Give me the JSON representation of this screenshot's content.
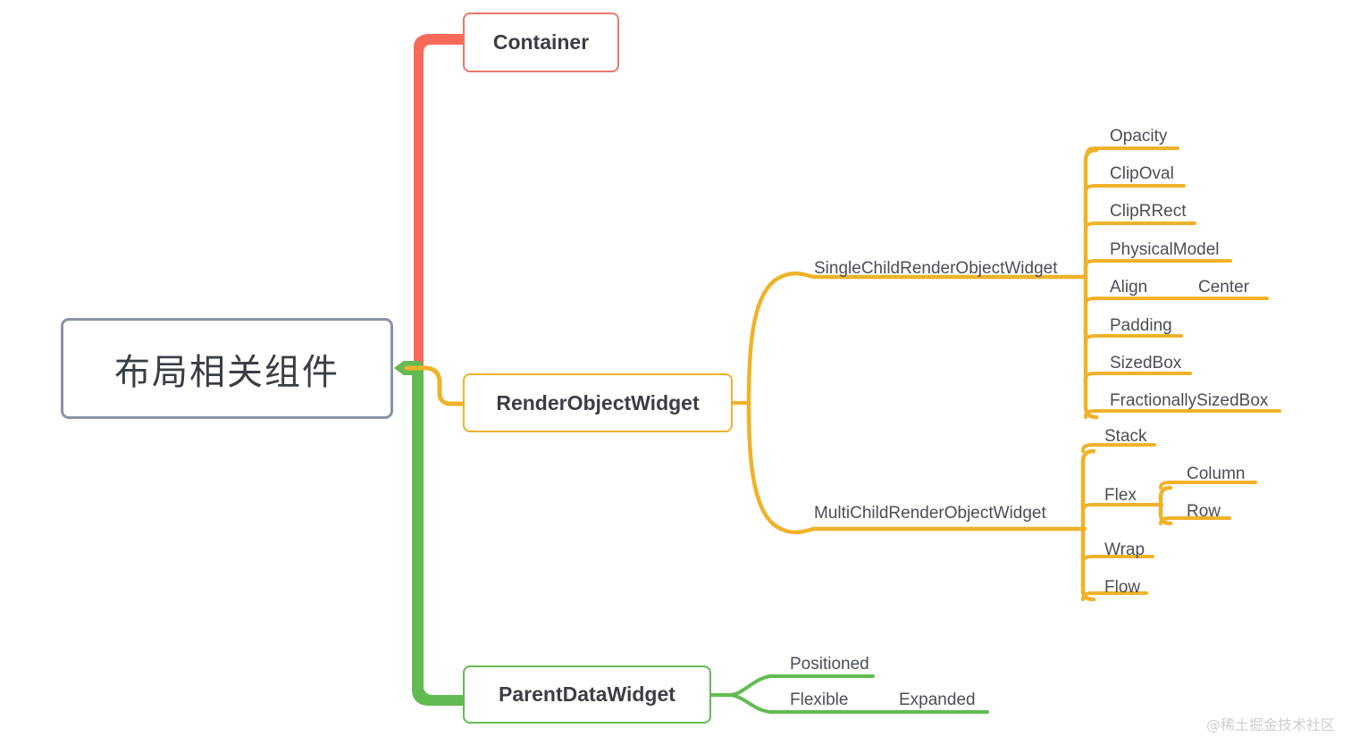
{
  "diagram": {
    "type": "mindmap",
    "title": "布局相关组件",
    "colors": {
      "root_border": "#8a93a5",
      "red_branch": "#f8695a",
      "yellow_branch": "#efb229",
      "green_branch": "#62bb52",
      "text": "#4a4f56",
      "background": "#ffffff",
      "watermark": "#cfcfcf"
    },
    "root": {
      "label": "布局相关组件"
    },
    "branches": [
      {
        "id": "container",
        "label": "Container",
        "color": "#e8786a",
        "style": "box"
      },
      {
        "id": "render-object-widget",
        "label": "RenderObjectWidget",
        "color": "#efb229",
        "style": "box",
        "children": [
          {
            "id": "single-child-render-object-widget",
            "label": "SingleChildRenderObjectWidget",
            "style": "underline",
            "children": [
              {
                "id": "opacity",
                "label": "Opacity"
              },
              {
                "id": "clipoval",
                "label": "ClipOval"
              },
              {
                "id": "cliprrect",
                "label": "ClipRRect"
              },
              {
                "id": "physicalmodel",
                "label": "PhysicalModel"
              },
              {
                "id": "align",
                "label": "Align",
                "children": [
                  {
                    "id": "center",
                    "label": "Center"
                  }
                ]
              },
              {
                "id": "padding",
                "label": "Padding"
              },
              {
                "id": "sizedbox",
                "label": "SizedBox"
              },
              {
                "id": "fractionallysizedbox",
                "label": "FractionallySizedBox"
              }
            ]
          },
          {
            "id": "multi-child-render-object-widget",
            "label": "MultiChildRenderObjectWidget",
            "style": "underline",
            "children": [
              {
                "id": "stack",
                "label": "Stack"
              },
              {
                "id": "flex",
                "label": "Flex",
                "children": [
                  {
                    "id": "column",
                    "label": "Column"
                  },
                  {
                    "id": "row",
                    "label": "Row"
                  }
                ]
              },
              {
                "id": "wrap",
                "label": "Wrap"
              },
              {
                "id": "flow",
                "label": "Flow"
              }
            ]
          }
        ]
      },
      {
        "id": "parent-data-widget",
        "label": "ParentDataWidget",
        "color": "#62bb52",
        "style": "box",
        "children": [
          {
            "id": "positioned",
            "label": "Positioned"
          },
          {
            "id": "flexible",
            "label": "Flexible",
            "children": [
              {
                "id": "expanded",
                "label": "Expanded"
              }
            ]
          }
        ]
      }
    ],
    "watermark": "@稀土掘金技术社区"
  }
}
